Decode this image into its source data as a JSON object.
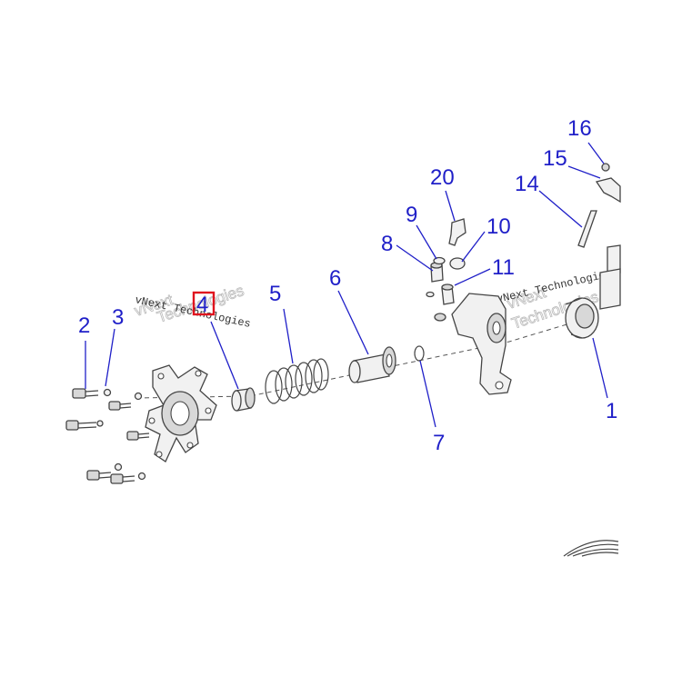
{
  "diagram": {
    "callouts": [
      {
        "id": "2",
        "label": "2"
      },
      {
        "id": "3",
        "label": "3"
      },
      {
        "id": "4",
        "label": "4"
      },
      {
        "id": "5",
        "label": "5"
      },
      {
        "id": "6",
        "label": "6"
      },
      {
        "id": "7",
        "label": "7"
      },
      {
        "id": "8",
        "label": "8"
      },
      {
        "id": "9",
        "label": "9"
      },
      {
        "id": "10",
        "label": "10"
      },
      {
        "id": "11",
        "label": "11"
      },
      {
        "id": "14",
        "label": "14"
      },
      {
        "id": "15",
        "label": "15"
      },
      {
        "id": "16",
        "label": "16"
      },
      {
        "id": "20",
        "label": "20"
      },
      {
        "id": "1",
        "label": "1"
      }
    ],
    "highlighted_callout": "4",
    "highlight_color": "#e0141e",
    "callout_color": "#1f1fc8",
    "watermarks": [
      {
        "text": "vNext Technologies",
        "outline_a": "vNext",
        "outline_b": "Technologies"
      },
      {
        "text": "vNext Technologies",
        "outline_a": "vNext",
        "outline_b": "Technologies"
      }
    ]
  }
}
